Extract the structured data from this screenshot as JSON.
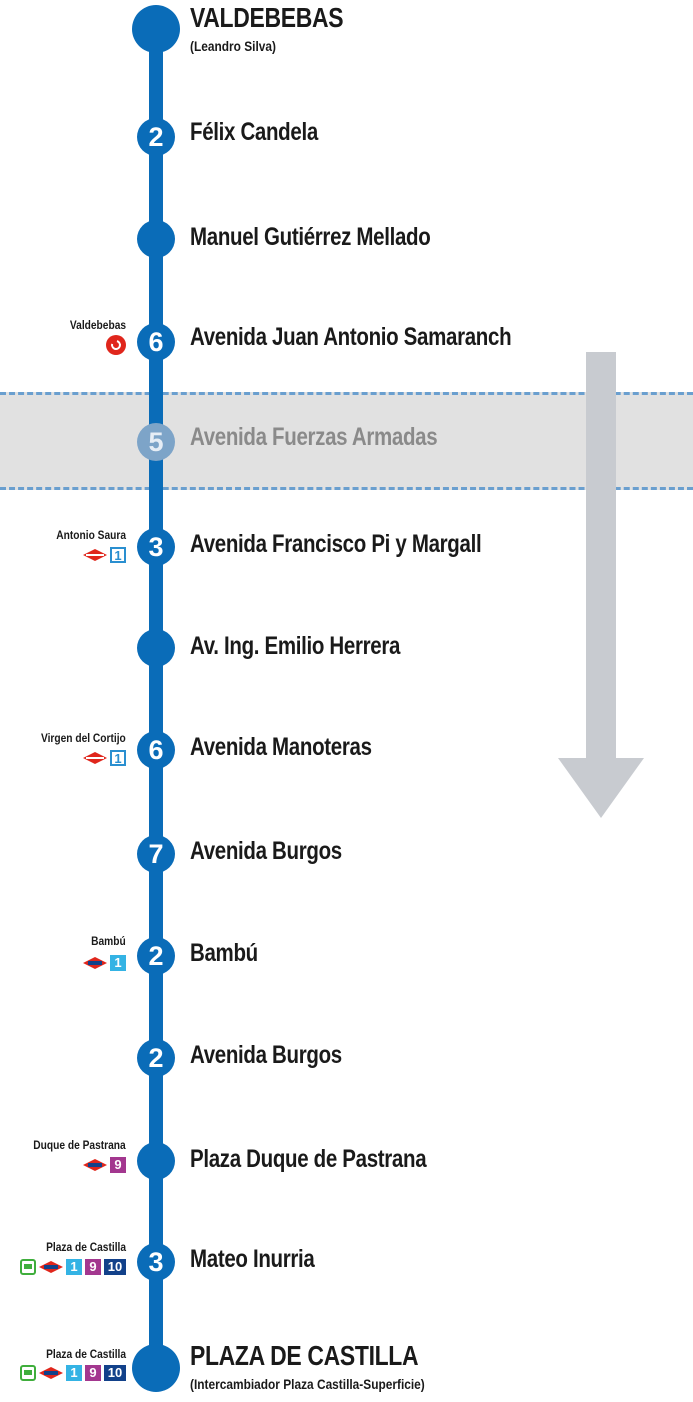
{
  "colors": {
    "line": "#0a6cb8",
    "faded_line": "#7da4c8",
    "band": "#e1e1e1",
    "dash": "#6a9fcf",
    "arrow": "#c8cbd0"
  },
  "stops": [
    {
      "name": "VALDEBEBAS",
      "sub": "(Leandro Silva)",
      "number": null,
      "terminal": true
    },
    {
      "name": "Félix Candela",
      "number": "2"
    },
    {
      "name": "Manuel Gutiérrez Mellado",
      "number": null
    },
    {
      "name": "Avenida Juan Antonio Samaranch",
      "number": "6",
      "connection": {
        "name": "Valdebebas",
        "icons": [
          "cercanias-icon"
        ]
      }
    },
    {
      "name": "Avenida Fuerzas Armadas",
      "number": "5",
      "faded": true
    },
    {
      "name": "Avenida Francisco Pi y Margall",
      "number": "3",
      "connection": {
        "name": "Antonio Saura",
        "icons": [
          "metro-ligero-icon"
        ],
        "lines": [
          "1"
        ]
      }
    },
    {
      "name": "Av. Ing. Emilio Herrera",
      "number": null
    },
    {
      "name": "Avenida Manoteras",
      "number": "6",
      "connection": {
        "name": "Virgen del Cortijo",
        "icons": [
          "metro-ligero-icon"
        ],
        "lines": [
          "1"
        ]
      }
    },
    {
      "name": "Avenida Burgos",
      "number": "7"
    },
    {
      "name": "Bambú",
      "number": "2",
      "connection": {
        "name": "Bambú",
        "icons": [
          "metro-icon"
        ],
        "lines": [
          "1"
        ]
      }
    },
    {
      "name": "Avenida Burgos",
      "number": "2"
    },
    {
      "name": "Plaza Duque de Pastrana",
      "number": null,
      "connection": {
        "name": "Duque de Pastrana",
        "icons": [
          "metro-icon"
        ],
        "lines": [
          "9"
        ]
      }
    },
    {
      "name": "Mateo Inurria",
      "number": "3",
      "connection": {
        "name": "Plaza de Castilla",
        "icons": [
          "bus-icon",
          "metro-icon"
        ],
        "lines": [
          "1",
          "9",
          "10"
        ]
      }
    },
    {
      "name": "PLAZA DE CASTILLA",
      "sub": "(Intercambiador Plaza Castilla-Superficie)",
      "number": null,
      "terminal": true,
      "connection": {
        "name": "Plaza de Castilla",
        "icons": [
          "bus-icon",
          "metro-icon"
        ],
        "lines": [
          "1",
          "9",
          "10"
        ]
      }
    }
  ]
}
